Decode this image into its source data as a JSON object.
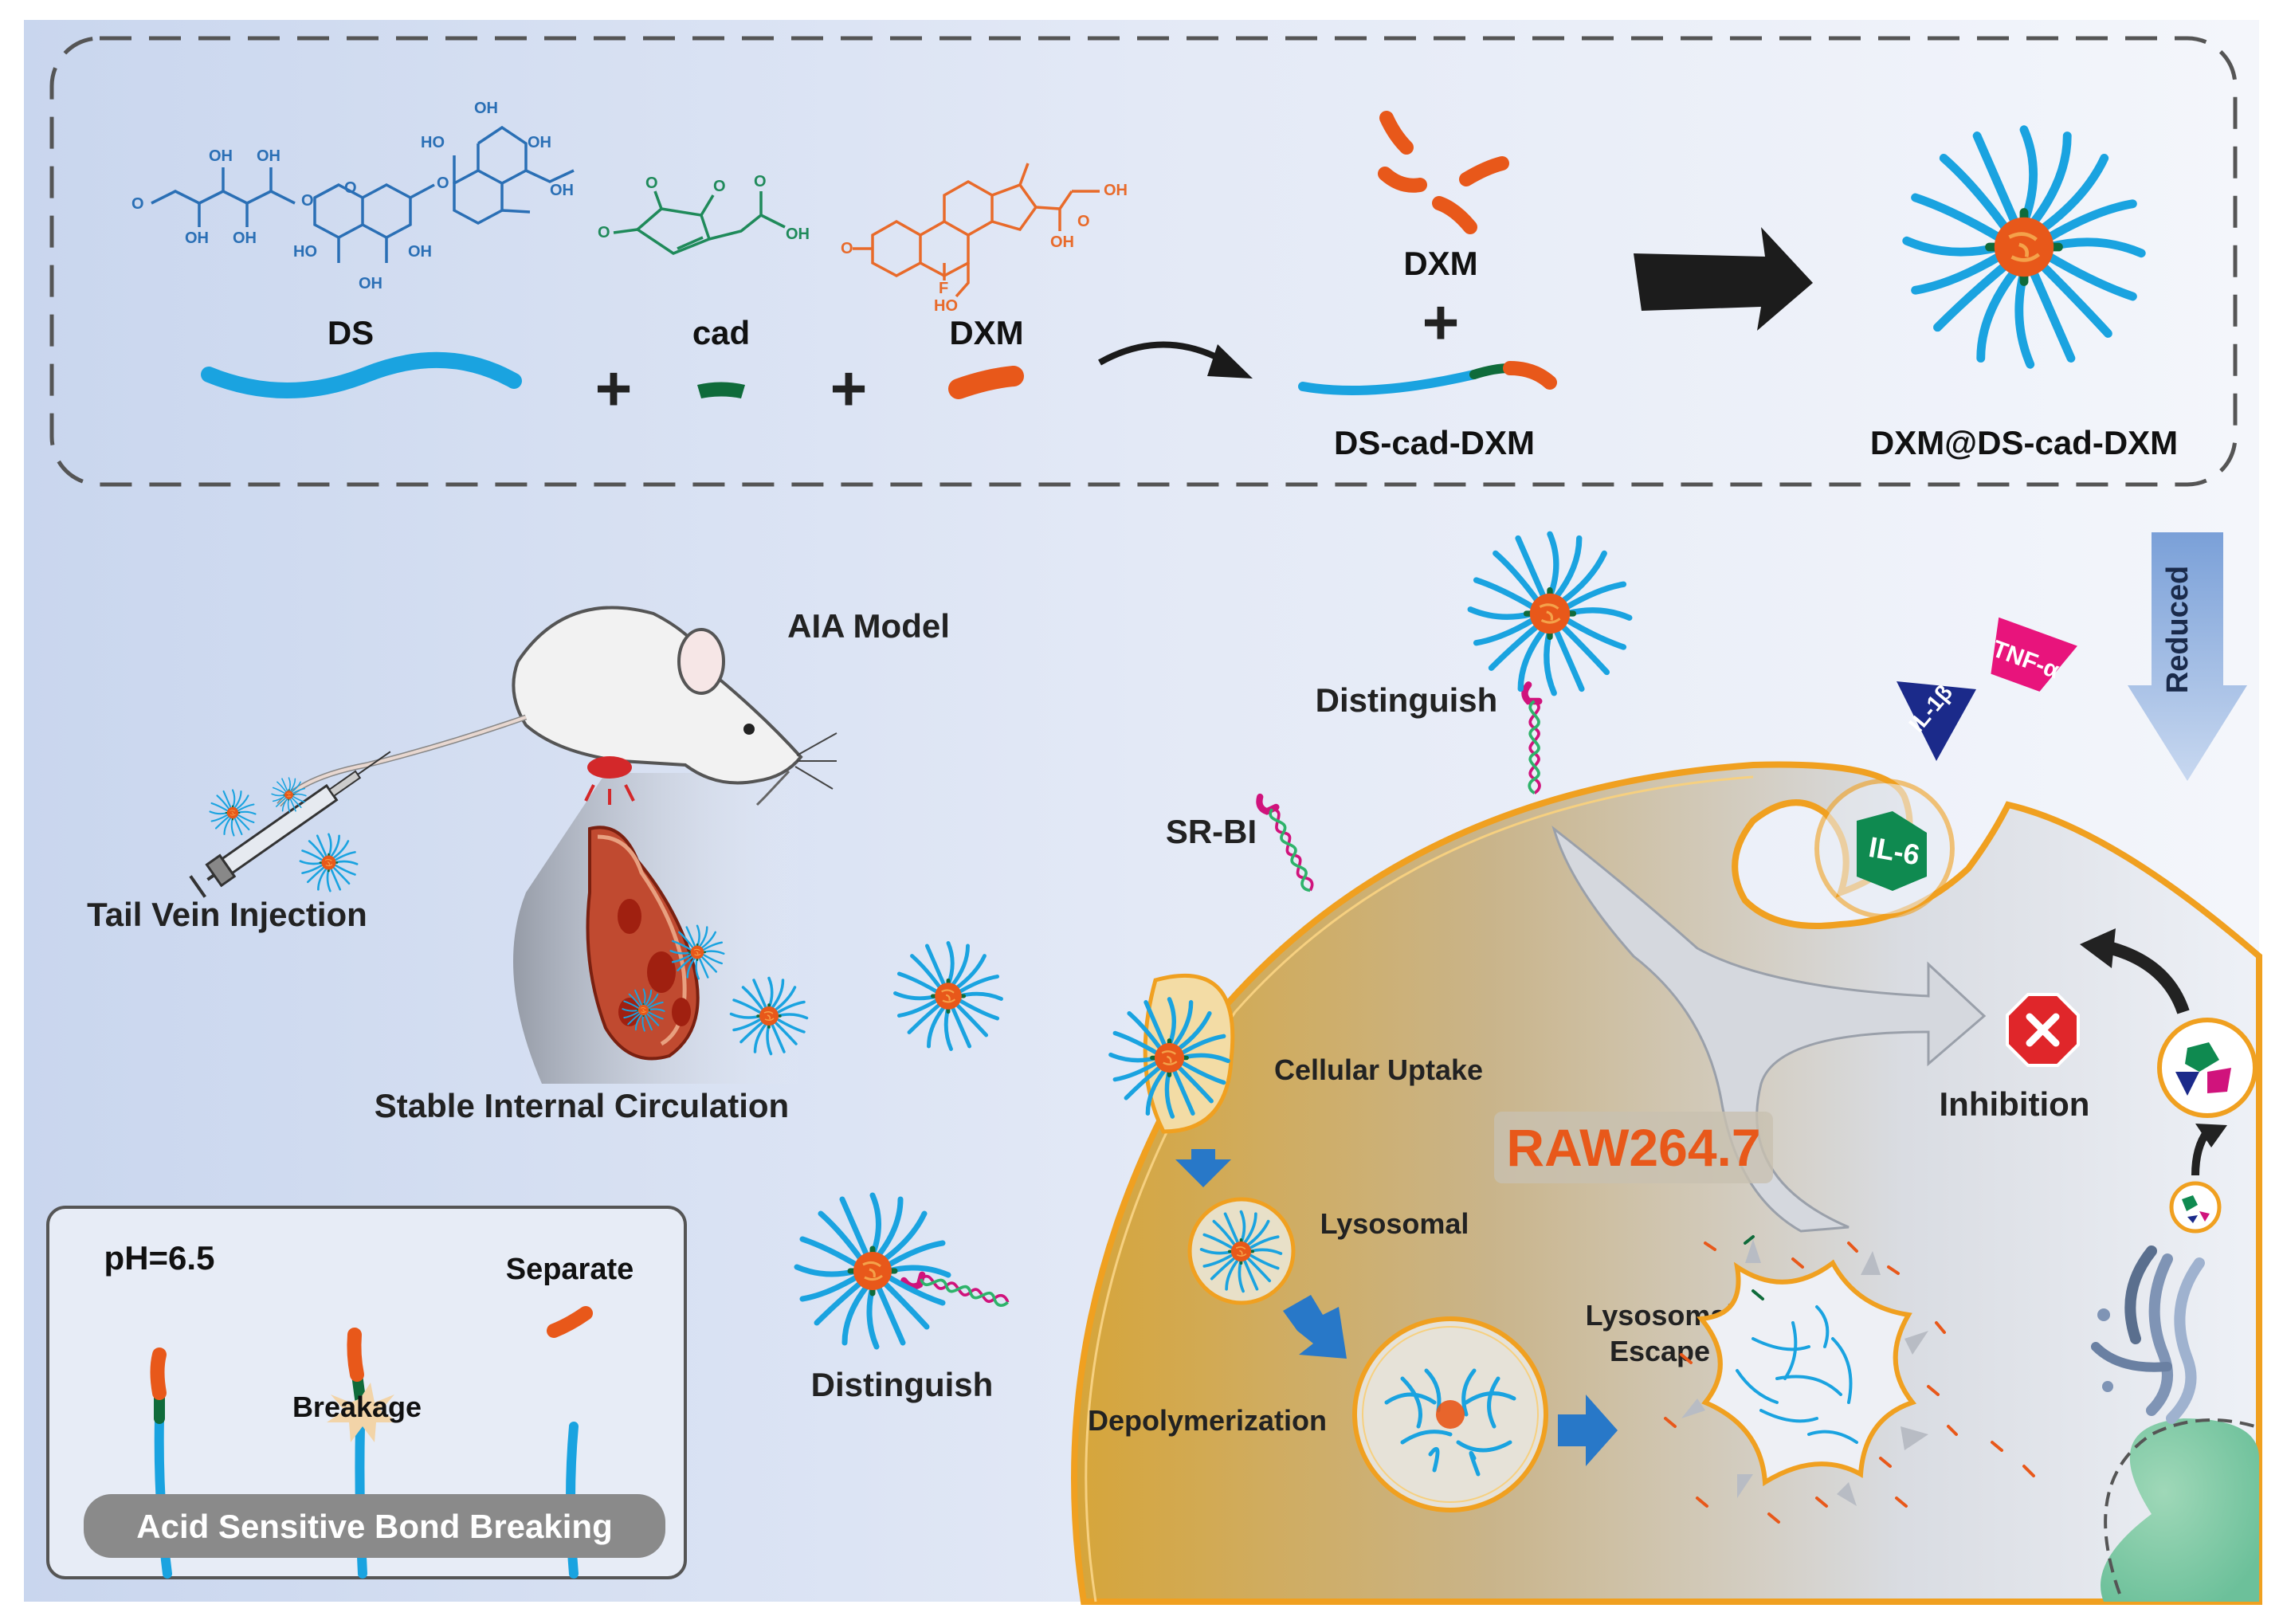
{
  "colors": {
    "ds_blue": "#1aa3e0",
    "cad_green": "#0f6b3a",
    "dxm_orange": "#e8581a",
    "chem_ds": "#2a6fb5",
    "chem_cad": "#1f8a5a",
    "chem_dxm": "#e86a2a",
    "membrane": "#f0a020",
    "cell_body": "#c4a862",
    "receptor_pink": "#d0137c",
    "background_blue": "#dfe7f5"
  },
  "synthesis": {
    "ds_label": "DS",
    "cad_label": "cad",
    "dxm_label": "DXM",
    "dxm_free_label": "DXM",
    "conjugate_label": "DS-cad-DXM",
    "micelle_label": "DXM@DS-cad-DXM",
    "plus_sign": "+",
    "ds_atoms": {
      "aldehyde_o": "O",
      "oh1": "OH",
      "oh2": "OH",
      "oh3": "OH",
      "oh4": "OH",
      "ring_o1": "O",
      "ring_o2": "O",
      "ring_o3": "O",
      "ho1": "HO",
      "oh5": "OH",
      "oh6": "OH",
      "ho2": "HO",
      "oh7": "OH",
      "oh8": "OH",
      "oh9": "OH"
    },
    "cad_atoms": {
      "o1": "O",
      "o2": "O",
      "o3": "O",
      "o4": "O",
      "oh": "OH"
    },
    "dxm_atoms": {
      "o1": "O",
      "f": "F",
      "ho": "HO",
      "oh1": "OH",
      "o2": "O",
      "oh2": "OH"
    }
  },
  "in_vivo": {
    "model_label": "AIA Model",
    "injection_label": "Tail Vein Injection",
    "circulation_label": "Stable Internal Circulation"
  },
  "cell": {
    "cell_line_label": "RAW264.7",
    "receptor_label": "SR-BI",
    "distinguish_top": "Distinguish",
    "distinguish_left": "Distinguish",
    "uptake_label": "Cellular Uptake",
    "lysosomal_label": "Lysosomal",
    "depolymerization_label": "Depolymerization",
    "escape_label_line1": "Lysosomal",
    "escape_label_line2": "Escape",
    "inhibition_label": "Inhibition",
    "reduced_label": "Reduced",
    "cytokines": [
      "TNF-α",
      "IL-1β",
      "IL-6"
    ]
  },
  "inset": {
    "ph_label": "pH=6.5",
    "separate_label": "Separate",
    "breakage_label": "Breakage",
    "banner_label": "Acid Sensitive Bond Breaking"
  },
  "icons": [
    "mouse-icon",
    "syringe-icon",
    "blood-vessel-icon",
    "micelle-icon",
    "golgi-icon",
    "nucleus-icon",
    "inhibition-x-icon",
    "arrow-icon"
  ]
}
